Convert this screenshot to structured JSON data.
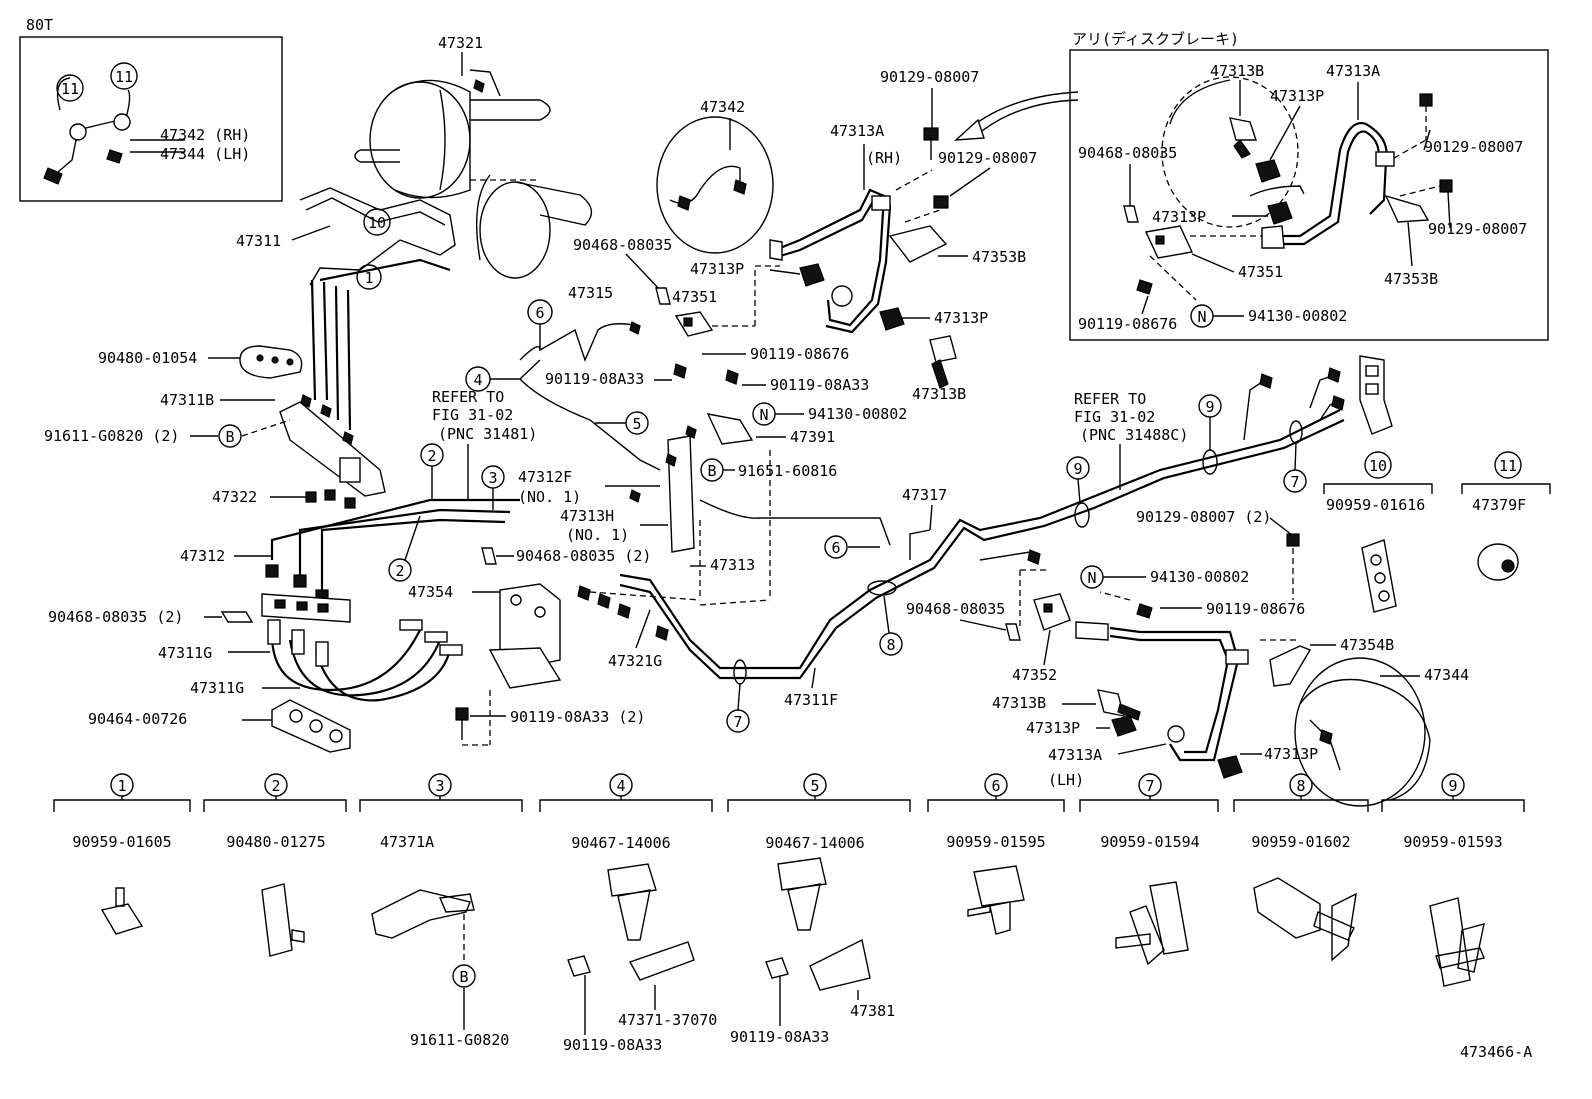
{
  "header": {
    "inset_title": "80T",
    "disc_brake_title": "アリ(ディスクブレーキ)",
    "footer_code": "473466-A"
  },
  "inset": {
    "labels": [
      "47342 (RH)",
      "47344 (LH)"
    ],
    "callouts": [
      "11",
      "11"
    ]
  },
  "main_labels": {
    "p47321": "47321",
    "p47342": "47342",
    "p47313A_rh": "47313A",
    "rh": "(RH)",
    "p90129_top": "90129-08007",
    "p90129_mid": "90129-08007",
    "p47311": "47311",
    "p90468_a": "90468-08035",
    "p47313P_a": "47313P",
    "p47353B_a": "47353B",
    "p47315": "47315",
    "p47351_a": "47351",
    "p47313P_b": "47313P",
    "p90480": "90480-01054",
    "p90119_08676_a": "90119-08676",
    "p90119_08A33_a": "90119-08A33",
    "p90119_08A33_b": "90119-08A33",
    "p47313B_a": "47313B",
    "p47311B": "47311B",
    "refer1": "REFER TO",
    "refer1b": "FIG 31-02",
    "refer1c": "(PNC 31481)",
    "p94130_a": "94130-00802",
    "p91611_2": "91611-G0820 (2)",
    "p47391": "47391",
    "p91651": "91651-60816",
    "p47312F": "47312F",
    "no1a": "(NO. 1)",
    "p47313H": "47313H",
    "no1b": "(NO. 1)",
    "p47322": "47322",
    "p47312": "47312",
    "p90468_2a": "90468-08035 (2)",
    "p47313": "47313",
    "p47354": "47354",
    "p90468_2b": "90468-08035 (2)",
    "p47311G_a": "47311G",
    "p47311G_b": "47311G",
    "p47321G": "47321G",
    "p90464": "90464-00726",
    "p90119_08A33_2": "90119-08A33 (2)",
    "p47311F": "47311F",
    "p47317": "47317",
    "refer2": "REFER TO",
    "refer2b": "FIG 31-02",
    "refer2c": "(PNC 31488C)",
    "p90129_2": "90129-08007 (2)",
    "p94130_b": "94130-00802",
    "p90468_b": "90468-08035",
    "p90119_08676_b": "90119-08676",
    "p47352": "47352",
    "p47354B": "47354B",
    "p47344": "47344",
    "p47313B_b": "47313B",
    "p47313P_c": "47313P",
    "p47313A_lh": "47313A",
    "lh": "(LH)",
    "p47313P_d": "47313P"
  },
  "detail_box": {
    "labels": {
      "p47313B": "47313B",
      "p47313A": "47313A",
      "p47313P_a": "47313P",
      "p90468": "90468-08035",
      "p90129_a": "90129-08007",
      "p90129_b": "90129-08007",
      "p47313P_b": "47313P",
      "p47351": "47351",
      "p47353B": "47353B",
      "p90119": "90119-08676",
      "p94130": "94130-00802"
    }
  },
  "callout_letters": {
    "B": "B",
    "N": "N"
  },
  "clamp_groups_right": [
    {
      "num": "10",
      "part": "90959-01616"
    },
    {
      "num": "11",
      "part": "47379F"
    }
  ],
  "legend": [
    {
      "num": "1",
      "parts": [
        "90959-01605"
      ]
    },
    {
      "num": "2",
      "parts": [
        "90480-01275"
      ]
    },
    {
      "num": "3",
      "parts": [
        "47371A",
        "91611-G0820"
      ]
    },
    {
      "num": "4",
      "parts": [
        "90467-14006",
        "90119-08A33",
        "47371-37070"
      ]
    },
    {
      "num": "5",
      "parts": [
        "90467-14006",
        "90119-08A33",
        "47381"
      ]
    },
    {
      "num": "6",
      "parts": [
        "90959-01595"
      ]
    },
    {
      "num": "7",
      "parts": [
        "90959-01594"
      ]
    },
    {
      "num": "8",
      "parts": [
        "90959-01602"
      ]
    },
    {
      "num": "9",
      "parts": [
        "90959-01593"
      ]
    }
  ]
}
